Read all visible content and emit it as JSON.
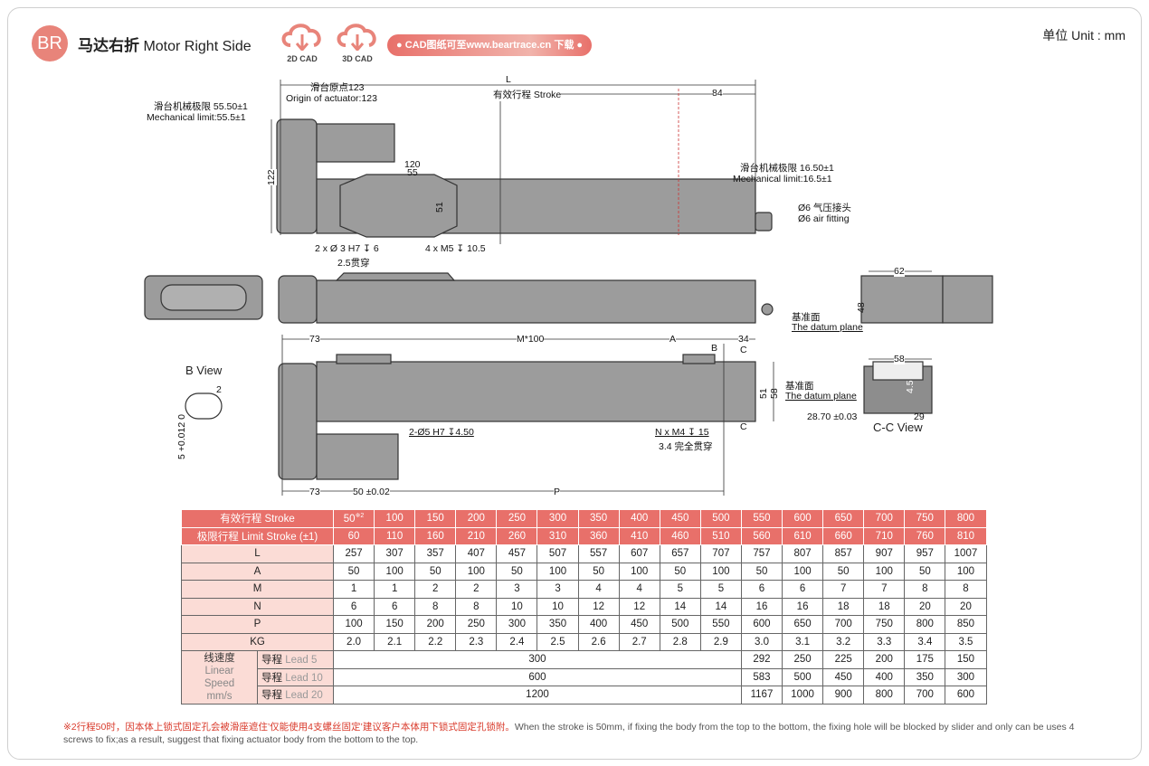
{
  "header": {
    "badge": "BR",
    "title_cn": "马达右折",
    "title_en": "Motor Right Side",
    "cad2d": "2D CAD",
    "cad3d": "3D CAD",
    "download": "● CAD图纸可至www.beartrace.cn 下载 ●",
    "unit": "单位  Unit : mm"
  },
  "dims": {
    "L": "L",
    "origin_cn": "滑台原点123",
    "origin_en": "Origin of actuator:123",
    "stroke": "有效行程 Stroke",
    "d84": "84",
    "mech_left_cn": "滑台机械极限 55.50±1",
    "mech_left_en": "Mechanical limit:55.5±1",
    "d122": "122",
    "d120": "120",
    "d55": "55",
    "d51a": "51",
    "mech_right_cn": "滑台机械极限 16.50±1",
    "mech_right_en": "Mechanical limit:16.5±1",
    "air_cn": "Ø6 气压接头",
    "air_en": "Ø6 air fitting",
    "pin": "2 x Ø 3 H7 ↧ 6",
    "pin_thru": "2.5贯穿",
    "m5": "4 x M5 ↧ 10.5",
    "d62": "62",
    "d48": "48",
    "datum_cn": "基准面",
    "datum_en": "The datum plane",
    "d73a": "73",
    "m100": "M*100",
    "A": "A",
    "d34": "34",
    "B": "B",
    "C1": "C",
    "C2": "C",
    "bview": "B View",
    "d2": "2",
    "d51b": "51",
    "d58b": "58",
    "d58c": "58",
    "d45": "4.5",
    "d2870": "28.70 ±0.03",
    "d29": "29",
    "ccview": "C-C View",
    "tol": "5  +0.012 0",
    "pin5": "2-Ø5 H7 ↧4.50",
    "nm4": "N x M4 ↧ 15",
    "nm4_thru": "3.4 完全贯穿",
    "d73b": "73",
    "d50": "50 ±0.02",
    "P": "P"
  },
  "table": {
    "stroke_label": "有效行程 Stroke",
    "stroke": [
      "50",
      "100",
      "150",
      "200",
      "250",
      "300",
      "350",
      "400",
      "450",
      "500",
      "550",
      "600",
      "650",
      "700",
      "750",
      "800"
    ],
    "stroke_note": "※2",
    "limit_label": "极限行程 Limit Stroke (±1)",
    "limit": [
      "60",
      "110",
      "160",
      "210",
      "260",
      "310",
      "360",
      "410",
      "460",
      "510",
      "560",
      "610",
      "660",
      "710",
      "760",
      "810"
    ],
    "rows": [
      {
        "label": "L",
        "values": [
          "257",
          "307",
          "357",
          "407",
          "457",
          "507",
          "557",
          "607",
          "657",
          "707",
          "757",
          "807",
          "857",
          "907",
          "957",
          "1007"
        ]
      },
      {
        "label": "A",
        "values": [
          "50",
          "100",
          "50",
          "100",
          "50",
          "100",
          "50",
          "100",
          "50",
          "100",
          "50",
          "100",
          "50",
          "100",
          "50",
          "100"
        ]
      },
      {
        "label": "M",
        "values": [
          "1",
          "1",
          "2",
          "2",
          "3",
          "3",
          "4",
          "4",
          "5",
          "5",
          "6",
          "6",
          "7",
          "7",
          "8",
          "8"
        ]
      },
      {
        "label": "N",
        "values": [
          "6",
          "6",
          "8",
          "8",
          "10",
          "10",
          "12",
          "12",
          "14",
          "14",
          "16",
          "16",
          "18",
          "18",
          "20",
          "20"
        ]
      },
      {
        "label": "P",
        "values": [
          "100",
          "150",
          "200",
          "250",
          "300",
          "350",
          "400",
          "450",
          "500",
          "550",
          "600",
          "650",
          "700",
          "750",
          "800",
          "850"
        ]
      },
      {
        "label": "KG",
        "values": [
          "2.0",
          "2.1",
          "2.2",
          "2.3",
          "2.4",
          "2.5",
          "2.6",
          "2.7",
          "2.8",
          "2.9",
          "3.0",
          "3.1",
          "3.2",
          "3.3",
          "3.4",
          "3.5"
        ]
      }
    ],
    "speed_cn": "线速度",
    "speed_en": "Linear Speed mm/s",
    "speed": [
      {
        "cn": "导程",
        "lead": "Lead 5",
        "merged": "300",
        "values": [
          "292",
          "250",
          "225",
          "200",
          "175",
          "150"
        ]
      },
      {
        "cn": "导程",
        "lead": "Lead 10",
        "merged": "600",
        "values": [
          "583",
          "500",
          "450",
          "400",
          "350",
          "300"
        ]
      },
      {
        "cn": "导程",
        "lead": "Lead 20",
        "merged": "1200",
        "values": [
          "1167",
          "1000",
          "900",
          "800",
          "700",
          "600"
        ]
      }
    ]
  },
  "note": {
    "cn": "※2行程50时，因本体上锁式固定孔会被滑座遮住’仅能使用4支螺丝固定’建议客户本体用下锁式固定孔锁附。",
    "en": "When the stroke is 50mm, if fixing the body from the top to the bottom, the fixing hole will be blocked by slider and only can be uses 4 screws to fix;as a result, suggest that fixing actuator body from the bottom to the top."
  },
  "colors": {
    "accent": "#e8706a",
    "label_bg": "#fbdcd6",
    "body": "#9a9a9a"
  }
}
